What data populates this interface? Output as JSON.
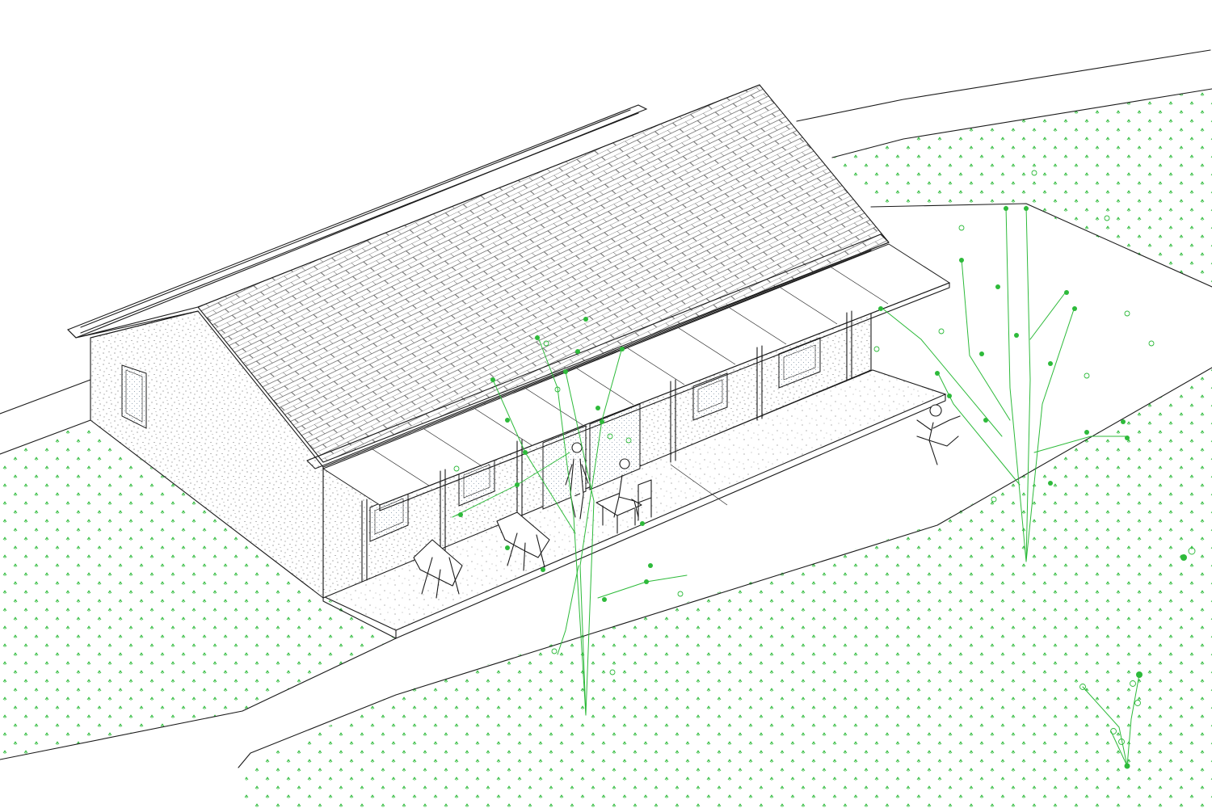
{
  "drawing": {
    "kind": "axonometric-house",
    "colors": {
      "line": "#1a1a1a",
      "vegetation": "#2dba3a",
      "background": "#ffffff"
    },
    "trees": [
      {
        "base": [
          725,
          885
        ],
        "height": 470
      },
      {
        "base": [
          1270,
          695
        ],
        "height": 450
      },
      {
        "base": [
          1395,
          948
        ],
        "height": 110
      }
    ]
  }
}
